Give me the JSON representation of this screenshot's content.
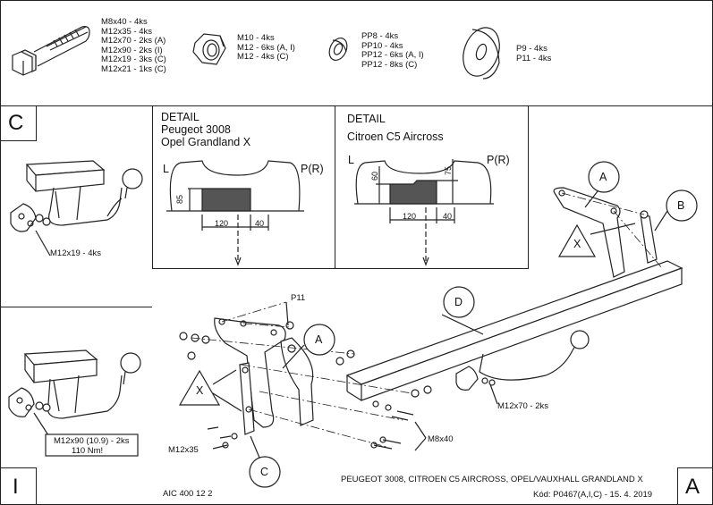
{
  "parts": {
    "bolts": [
      "M8x40 - 4ks",
      "M12x35 - 4ks",
      "M12x70 - 2ks (A)",
      "M12x90 - 2ks (I)",
      "M12x19 - 3ks (C)",
      "M12x21 - 1ks (C)"
    ],
    "nuts": [
      "M10 - 4ks",
      "M12 - 6ks (A, I)",
      "M12 - 4ks (C)"
    ],
    "washers": [
      "PP8 - 4ks",
      "PP10 - 4ks",
      "PP12 - 6ks (A, I)",
      "PP12 - 8ks (C)"
    ],
    "plates": [
      "P9 - 4ks",
      "P11 - 4ks"
    ]
  },
  "section_c": {
    "letter": "C",
    "bolt_label": "M12x19 - 4ks"
  },
  "section_i": {
    "letter": "I",
    "bolt_label": "M12x90 (10.9) - 2ks",
    "torque": "110 Nm!"
  },
  "detail_peugeot": {
    "title": "DETAIL",
    "line1": "Peugeot 3008",
    "line2": "Opel Grandland X",
    "left": "L",
    "right": "P(R)",
    "dim_h": "85",
    "dim_w1": "120",
    "dim_w2": "40"
  },
  "detail_citroen": {
    "title": "DETAIL",
    "line1": "Citroen C5 Aircross",
    "left": "L",
    "right": "P(R)",
    "dim_h1": "60",
    "dim_h2": "75",
    "dim_w1": "120",
    "dim_w2": "40"
  },
  "callouts": {
    "a_top": "A",
    "b": "B",
    "x_right": "X",
    "d": "D",
    "a_mid": "A",
    "x_left": "X",
    "c": "C",
    "p11": "P11",
    "m12x70": "M12x70 - 2ks",
    "m8x40": "M8x40",
    "m12x35": "M12x35"
  },
  "footer": {
    "left_code": "AIC 400 12 2",
    "title": "PEUGEOT 3008, CITROEN C5 AIRCROSS, OPEL/VAUXHALL GRANDLAND X",
    "code": "Kód: P0467(A,I,C) - 15. 4. 2019",
    "corner_i": "I",
    "corner_a": "A"
  }
}
